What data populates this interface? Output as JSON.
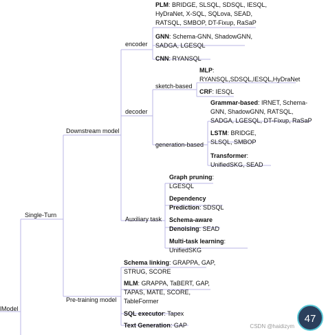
{
  "root": "lModel",
  "single_turn": "Single-Turn",
  "downstream": "Downstream model",
  "encoder": "encoder",
  "decoder": "decoder",
  "sketch": "sketch-based",
  "generation": "generation-based",
  "auxiliary": "Auxiliary task",
  "pretrain": "Pre-training model",
  "plm": {
    "k": "PLM",
    "l1": ": BRIDGE, SLSQL, SDSQL, IESQL,",
    "l2": "HyDraNet, X-SQL, SQLova, SEAD,",
    "l3": "RATSQL, SMBOP, DT-Fixup, RaSaP"
  },
  "gnn": {
    "k": "GNN",
    "l1": ": Schema-GNN, ShadowGNN,",
    "l2": "SADGA, LGESQL"
  },
  "cnn": {
    "k": "CNN",
    "l1": ": RYANSQL"
  },
  "mlp": {
    "k": "MLP",
    "l1": ":",
    "l2": "RYANSQL,SDSQL,IESQL,HyDraNet"
  },
  "crf": {
    "k": "CRF",
    "l1": ": IESQL"
  },
  "grammar": {
    "k": "Grammar-based",
    "l1": ": IRNET, Schema-",
    "l2": "GNN, ShadowGNN, RATSQL,",
    "l3": "SADGA, LGESQL, DT-Fixup, RaSaP"
  },
  "lstm": {
    "k": "LSTM",
    "l1": ": BRIDGE,",
    "l2": "SLSQL, SMBOP"
  },
  "transformer": {
    "k": "Transformer",
    "l1": ":",
    "l2": "UnifiedSKG, SEAD"
  },
  "graph_pruning": {
    "k": "Graph pruning",
    "l1": ":",
    "l2": "LGESQL"
  },
  "dependency": {
    "k1": "Dependency",
    "k2": "Prediction",
    "l2": ": SDSQL"
  },
  "schema_aware": {
    "k1": "Schema-aware",
    "k2": "Denoising",
    "l2": ": SEAD"
  },
  "multitask": {
    "k": "Multi-task learning",
    "l1": ":",
    "l2": "UnifiedSKG"
  },
  "schema_linking": {
    "k": "Schema linking",
    "l1": ": GRAPPA, GAP,",
    "l2": "STRUG, SCORE"
  },
  "mlm": {
    "k": "MLM",
    "l1": ": GRAPPA, TaBERT, GAP,",
    "l2": "TAPAS, MATE, SCORE,",
    "l3": "TableFormer"
  },
  "sql_exec": {
    "k": "SQL executor",
    "l1": ": Tapex"
  },
  "text_gen": {
    "k": "Text Generation",
    "l1": ": GAP"
  },
  "watermark": "CSDN @haidizym",
  "badge": "47",
  "colors": {
    "line": "#b9b4e6",
    "text": "#111111",
    "badge": "#2b3f5c"
  }
}
